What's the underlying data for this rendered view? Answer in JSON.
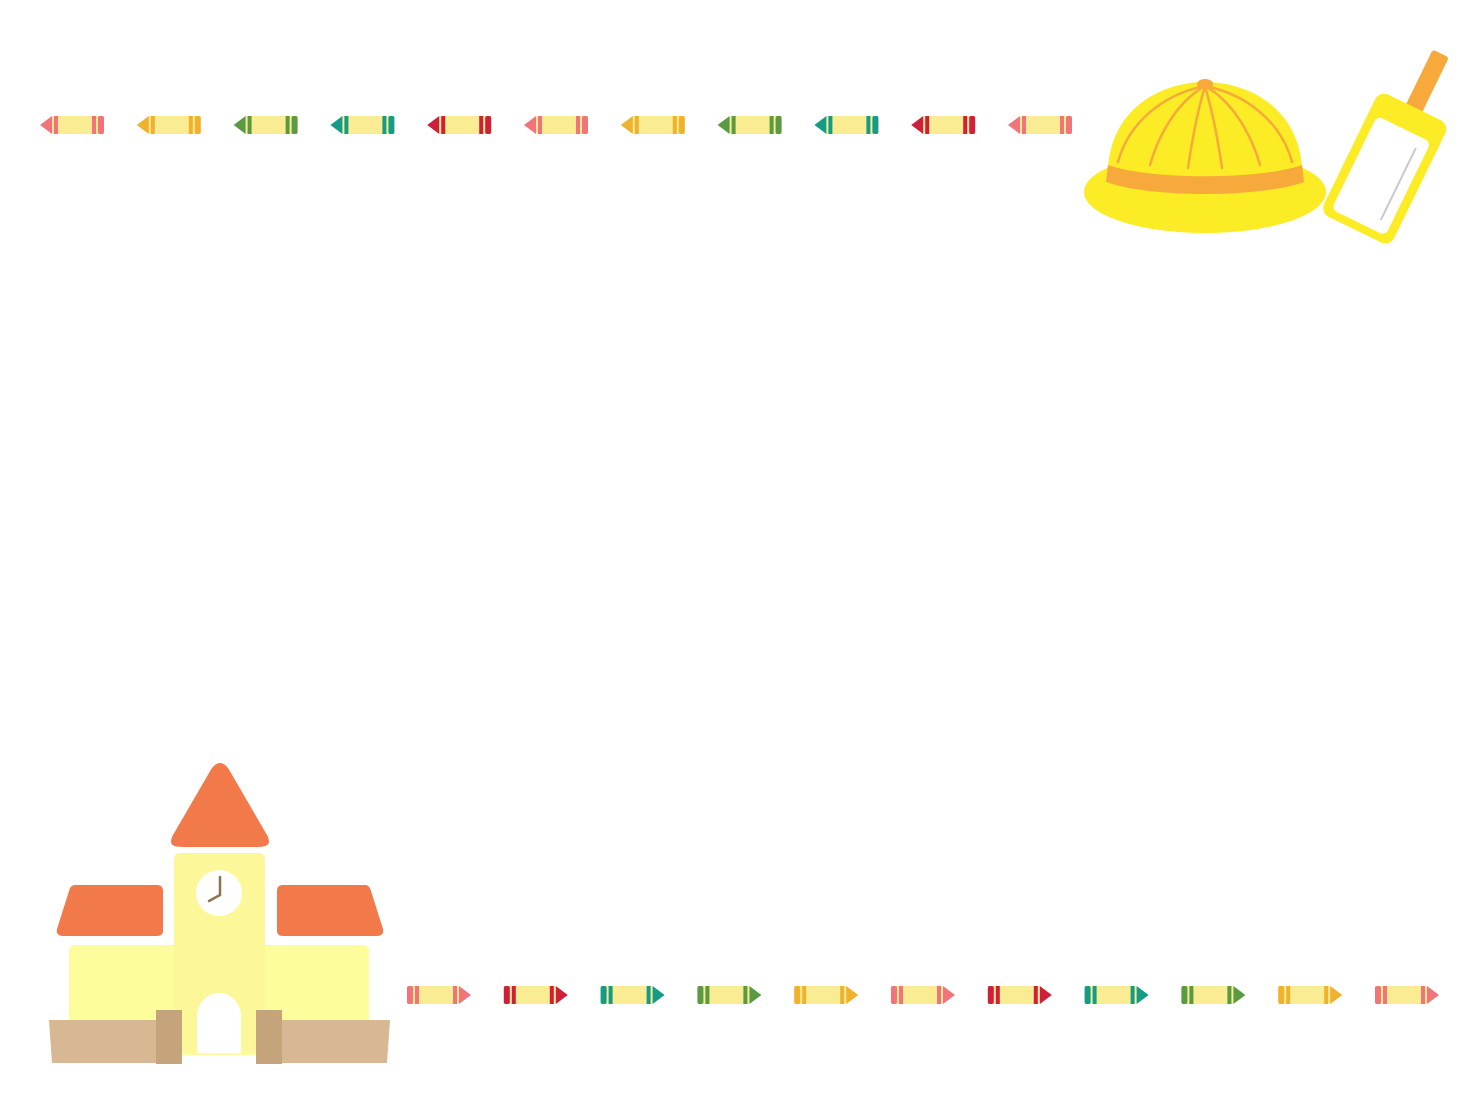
{
  "background_color": "#ffffff",
  "crayon_colors": {
    "pink": "#f2737a",
    "orange": "#f0b22c",
    "green": "#5a9a43",
    "teal": "#169b86",
    "red": "#cf1f3a",
    "body": "#faec93"
  },
  "top_crayons": [
    "pink",
    "orange",
    "green",
    "teal",
    "red",
    "pink",
    "orange",
    "green",
    "teal",
    "red",
    "pink"
  ],
  "bottom_crayons": [
    "pink",
    "red",
    "teal",
    "green",
    "orange",
    "pink",
    "red",
    "teal",
    "green",
    "orange",
    "pink"
  ],
  "hat_colors": {
    "crown": "#fcec25",
    "band": "#f7a93b",
    "seams": "#f7a93b",
    "brim": "#fcec25"
  },
  "name_tag_colors": {
    "tag": "#fcec25",
    "window": "#ffffff",
    "strap": "#f7a93b",
    "line": "#c9c9c9"
  },
  "school_colors": {
    "roof": "#f2794a",
    "wall": "#fefd9b",
    "wall_tower": "#fcf89a",
    "clock_face": "#ffffff",
    "clock_hands": "#8e7350",
    "fence": "#d8b793",
    "gate_posts": "#c5a47c",
    "door": "#ffffff"
  }
}
